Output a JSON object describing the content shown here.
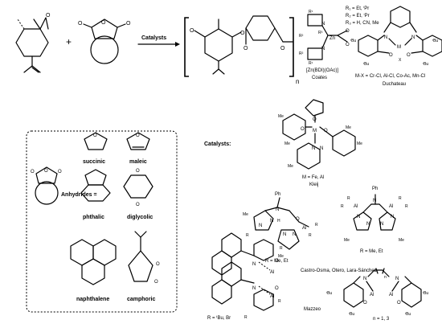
{
  "reaction": {
    "arrow_label": "Catalysts",
    "repeat_label": "n"
  },
  "coates": {
    "r_lines": [
      "R₁ = Et, ⁱPr",
      "R₂ = Et, ⁱPr",
      "R₃ = H, CN, Me"
    ],
    "atom_labels": [
      "R¹",
      "R²",
      "R³",
      "R¹",
      "R²",
      "N",
      "N",
      "Zn",
      "O",
      "O"
    ],
    "complex_label": "[Zn(BDI)(OAc)]",
    "name": "Coates"
  },
  "duchateau": {
    "atom_labels": [
      "N",
      "N",
      "M",
      "O",
      "O",
      "X",
      "ᵗBu",
      "ᵗBu",
      "ᵗBu",
      "ᵗBu"
    ],
    "metal_line": "M-X = Cr-Cl, Al-Cl, Co-Ac, Mn-Cl",
    "name": "Duchateau"
  },
  "anhydrides": {
    "label": "Anhydrides =",
    "items": [
      "succinic",
      "maleic",
      "phthalic",
      "diglycolic",
      "naphthalene",
      "camphoric"
    ]
  },
  "catalysts_heading": "Catalysts:",
  "kleij": {
    "atom_labels": [
      "O",
      "O",
      "O",
      "M",
      "N",
      "N",
      "Me",
      "Me",
      "Me",
      "Me",
      "Me"
    ],
    "metal_line": "M = Fe, Al",
    "name": "Kleij"
  },
  "castro": {
    "left_labels": [
      "Ph",
      "N",
      "N",
      "H",
      "N",
      "N",
      "N",
      "O",
      "Al",
      "R",
      "R",
      "Me",
      "Me"
    ],
    "left_r": "R = Me, Et",
    "right_labels": [
      "Ph",
      "N",
      "Al",
      "Al",
      "R",
      "R",
      "R",
      "R",
      "N",
      "N",
      "N",
      "N",
      "Me",
      "Me"
    ],
    "right_r": "R = Me, Et",
    "name": "Castro-Osma, Otero, Lara-Sánchez"
  },
  "binaphthyl": {
    "atom_labels": [
      "R",
      "R",
      "R",
      "R",
      "N",
      "N",
      "O",
      "O",
      "Al",
      "Al"
    ],
    "r_line": "R = ᵗBu, Br"
  },
  "mazzeo": {
    "atom_labels": [
      "N",
      "N",
      "n",
      "O",
      "O",
      "Al",
      "Al",
      "ᵗBu",
      "ᵗBu",
      "ᵗBu",
      "ᵗBu"
    ],
    "name": "Mazzeo",
    "n_line": "n = 1, 3"
  }
}
